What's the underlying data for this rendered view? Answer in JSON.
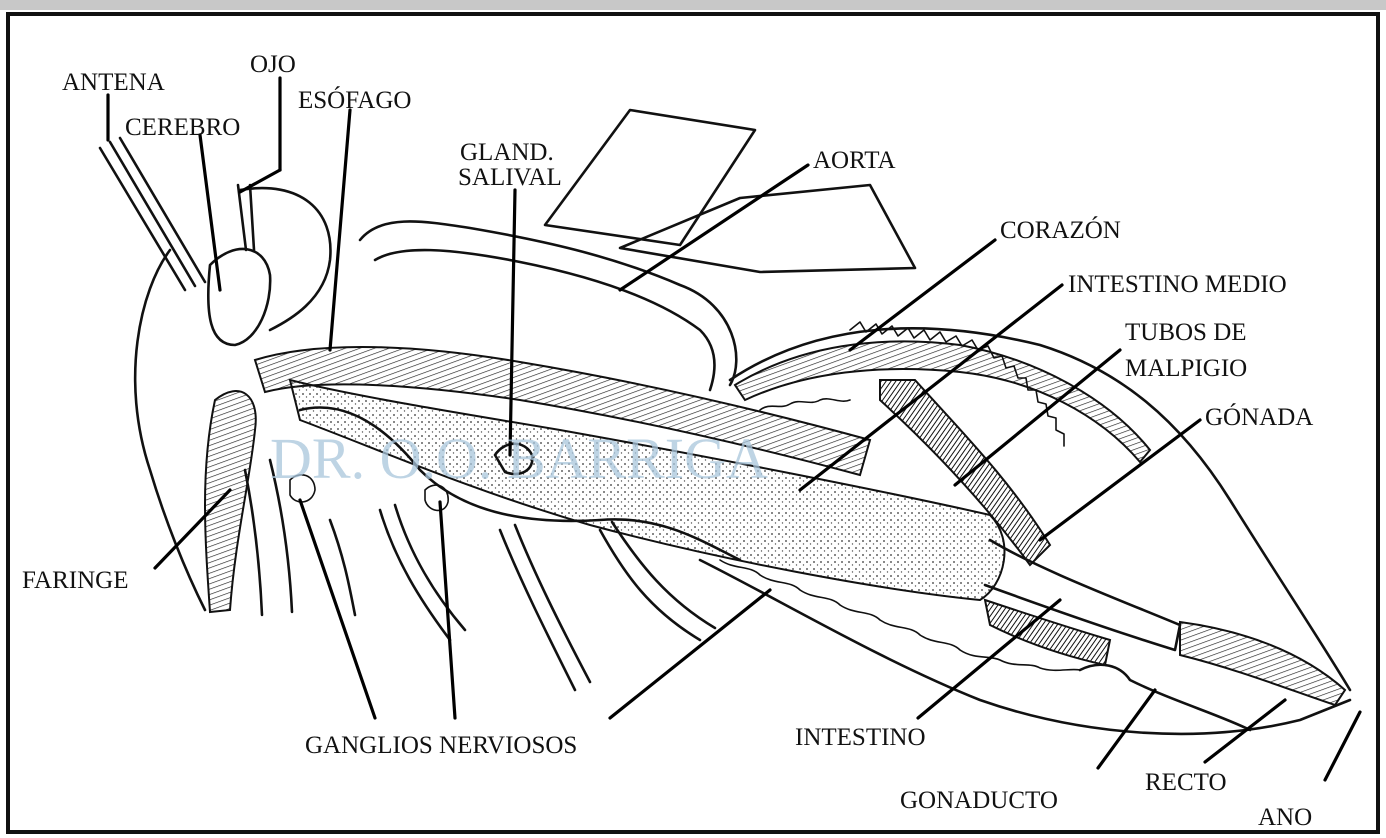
{
  "watermark": "DR. O.O. BARRIGA",
  "labels": {
    "antena": "ANTENA",
    "ojo": "OJO",
    "cerebro": "CEREBRO",
    "esofago": "ESÓFAGO",
    "gland_line1": "GLAND.",
    "gland_line2": "SALIVAL",
    "aorta": "AORTA",
    "corazon": "CORAZÓN",
    "intestino_medio": "INTESTINO MEDIO",
    "tubos_line1": "TUBOS DE",
    "tubos_line2": "MALPIGIO",
    "gonada": "GÓNADA",
    "faringe": "FARINGE",
    "ganglios": "GANGLIOS NERVIOSOS",
    "intestino": "INTESTINO",
    "gonaducto": "GONADUCTO",
    "recto": "RECTO",
    "ano": "ANO"
  }
}
